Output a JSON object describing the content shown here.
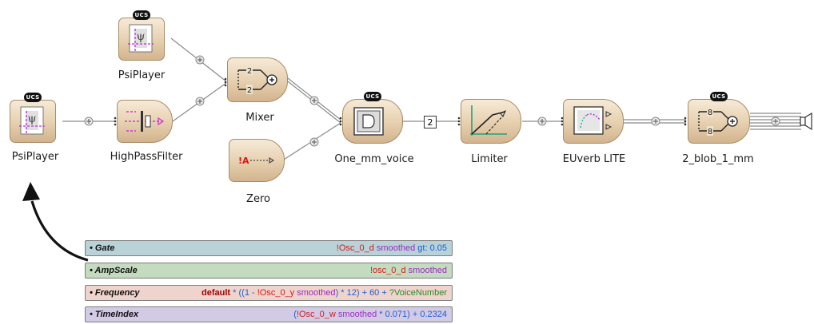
{
  "badge_text": "UCS",
  "nodes": {
    "psiplayer_top": "PsiPlayer",
    "psiplayer_left": "PsiPlayer",
    "highpass": "HighPassFilter",
    "mixer": "Mixer",
    "zero": "Zero",
    "one_mm_voice": "One_mm_voice",
    "limiter": "Limiter",
    "euverb": "EUverb LITE",
    "blob": "2_blob_1_mm"
  },
  "glyph_text": {
    "psi": "ψ",
    "zero_text": "!A",
    "mixer_numbers": [
      "2",
      "2"
    ],
    "blob_numbers": [
      "8",
      "8"
    ]
  },
  "connector_number": "2",
  "params": {
    "gate": {
      "name": "Gate",
      "tokens": [
        "!Osc_0_d",
        " smoothed",
        " gt: 0.05"
      ]
    },
    "ampscale": {
      "name": "AmpScale",
      "tokens": [
        "!osc_0_d",
        " smoothed"
      ]
    },
    "frequency": {
      "name": "Frequency",
      "tokens": [
        "default",
        " * ((1 - ",
        "!Osc_0_y",
        " smoothed",
        ") * 12)",
        " + 60 + ",
        "?VoiceNumber"
      ]
    },
    "timeindex": {
      "name": "TimeIndex",
      "tokens": [
        "(",
        "!Osc_0_w",
        " smoothed",
        " * 0.071)",
        " + 0.2324"
      ]
    }
  },
  "colors": {
    "tile_light": "#f6ead7",
    "tile_dark": "#d2b48e",
    "wire": "#8a8a8a",
    "gate_bg": "#b9d2d8",
    "amp_bg": "#c4dbbf",
    "freq_bg": "#efd4cd",
    "time_bg": "#d3cbe6"
  },
  "icons": [
    "bullet-icon",
    "plus-junction-icon",
    "speaker-icon",
    "curved-arrow-icon",
    "psi-icon",
    "filter-icon",
    "mixer-icon",
    "voice-icon",
    "limiter-icon",
    "reverb-icon",
    "zero-icon"
  ]
}
